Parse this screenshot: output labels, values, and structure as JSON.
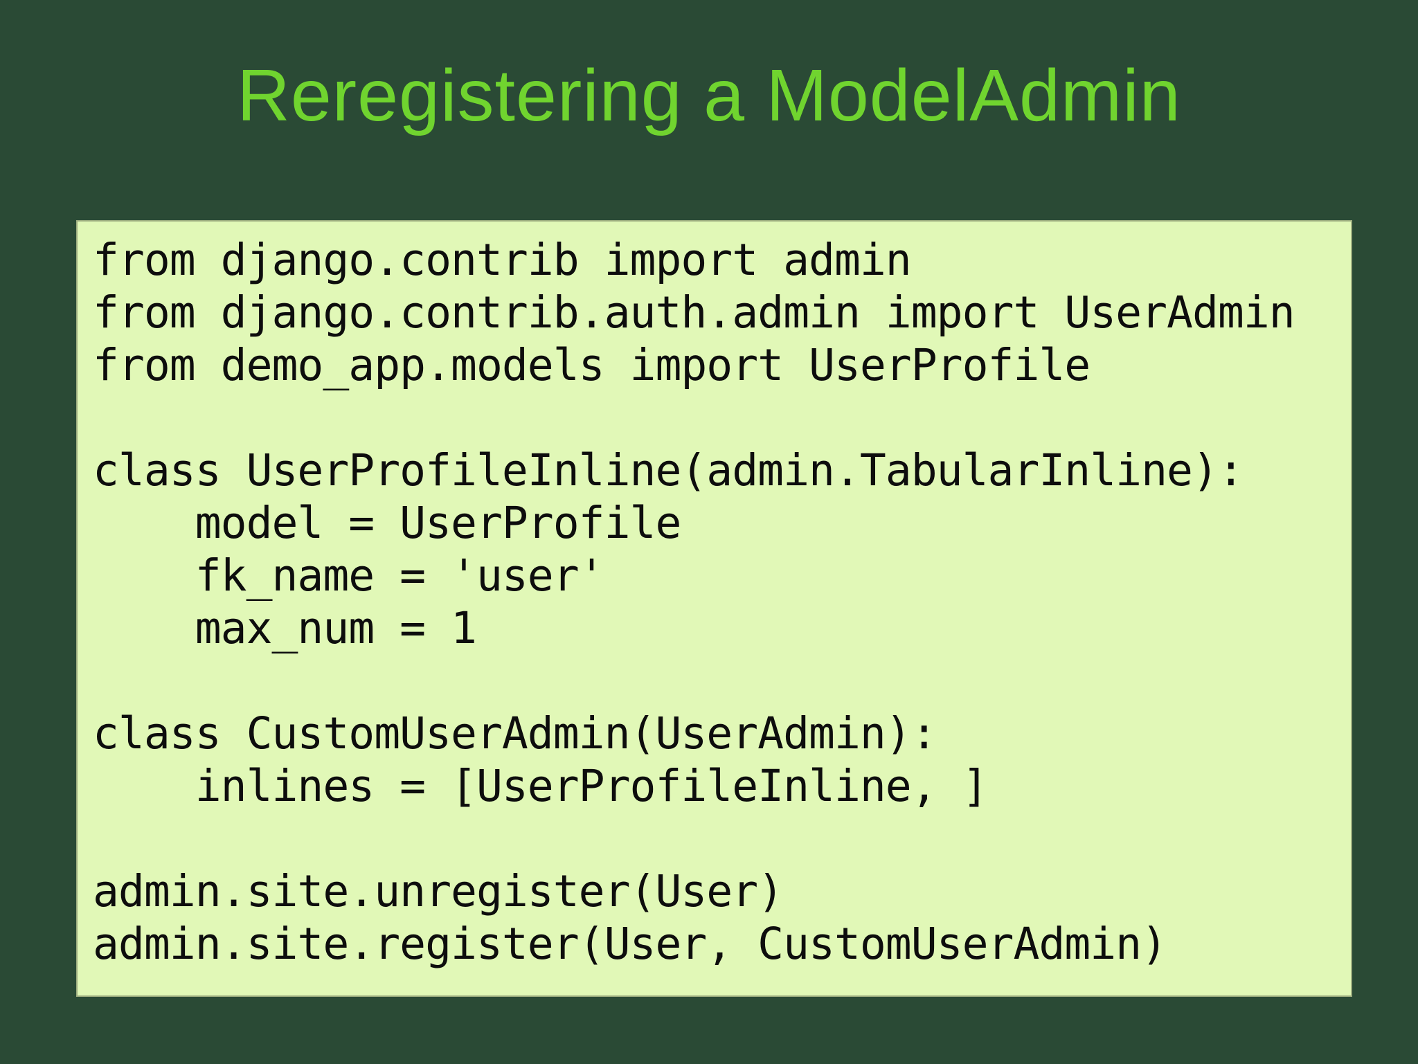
{
  "slide": {
    "title": "Reregistering a ModelAdmin",
    "colors": {
      "background": "#2a4a35",
      "title_text": "#70d42f",
      "code_background": "#e1f8b7",
      "code_text": "#0d0d0d"
    },
    "code": {
      "language": "python",
      "lines": [
        "from django.contrib import admin",
        "from django.contrib.auth.admin import UserAdmin",
        "from demo_app.models import UserProfile",
        "",
        "class UserProfileInline(admin.TabularInline):",
        "    model = UserProfile",
        "    fk_name = 'user'",
        "    max_num = 1",
        "",
        "class CustomUserAdmin(UserAdmin):",
        "    inlines = [UserProfileInline, ]",
        "",
        "admin.site.unregister(User)",
        "admin.site.register(User, CustomUserAdmin)"
      ]
    }
  }
}
